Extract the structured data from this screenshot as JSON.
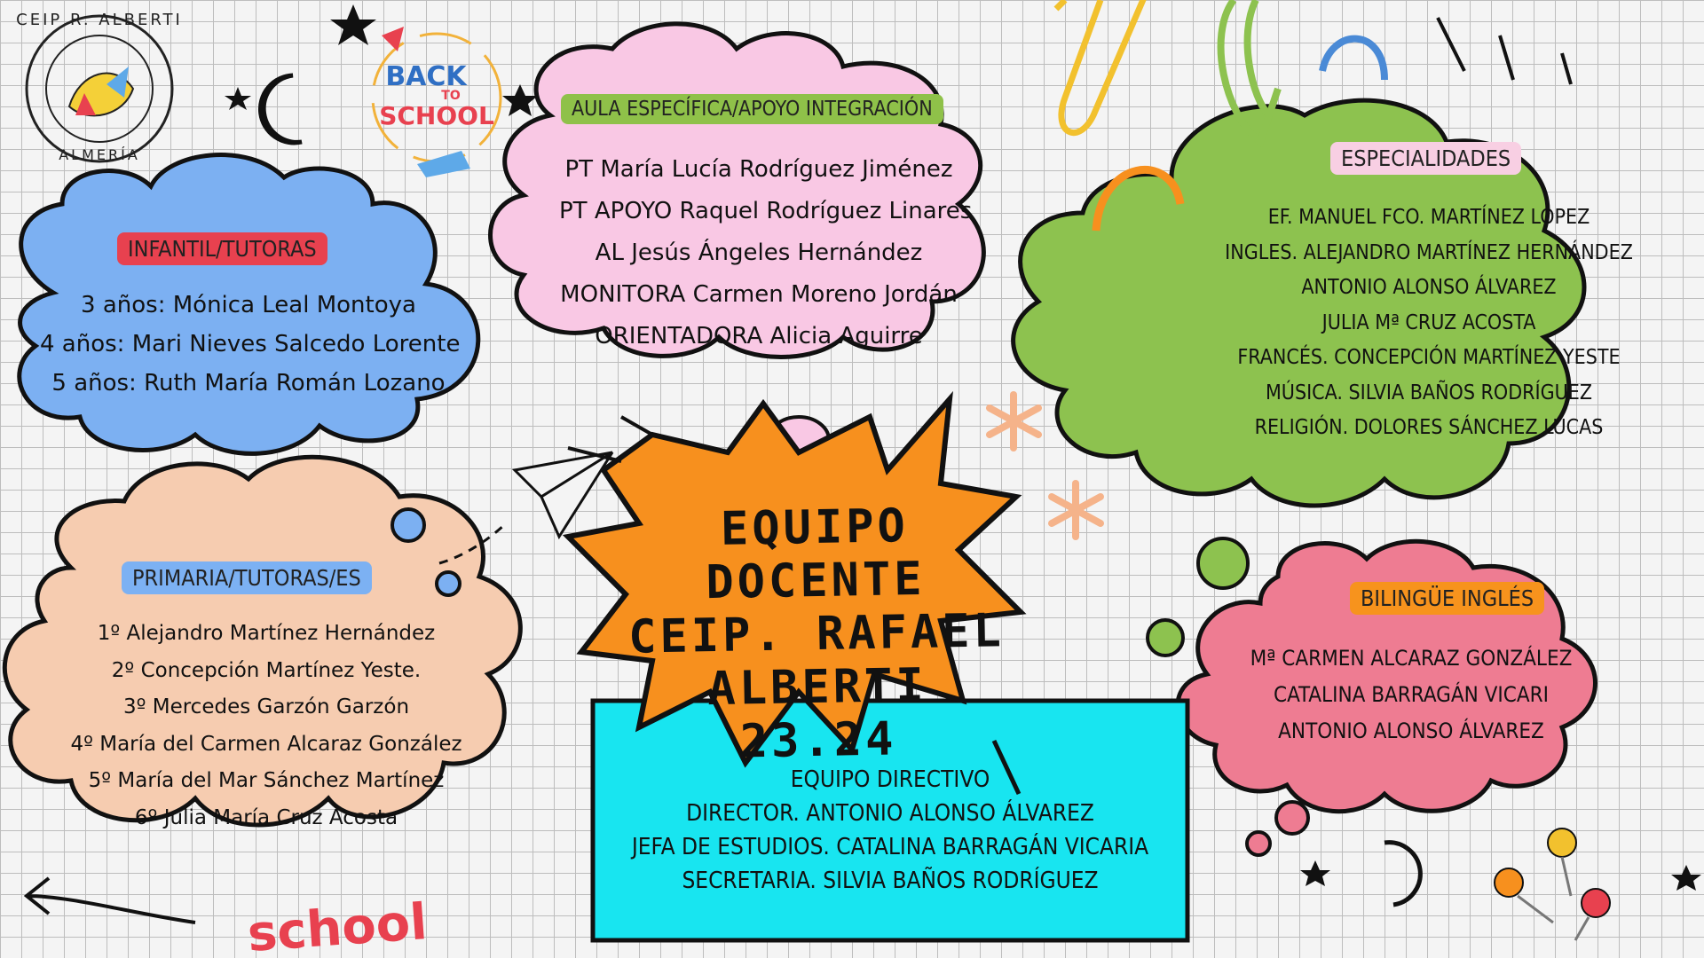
{
  "center": {
    "title_lines": [
      "EQUIPO DOCENTE",
      "CEIP. RAFAEL",
      "ALBERTI 23.24"
    ]
  },
  "infantil": {
    "label": "INFANTIL/TUTORAS",
    "lines": [
      "3 años: Mónica Leal Montoya",
      "4 años: Mari Nieves Salcedo Lorente",
      "5 años: Ruth María Román Lozano"
    ]
  },
  "aula": {
    "label": "AULA ESPECÍFICA/APOYO INTEGRACIÓN",
    "lines": [
      "PT María Lucía Rodríguez Jiménez",
      "PT APOYO Raquel Rodríguez Linares",
      "AL Jesús Ángeles Hernández",
      "MONITORA Carmen Moreno Jordán",
      "ORIENTADORA Alicia Aguirre"
    ]
  },
  "especialidades": {
    "label": "ESPECIALIDADES",
    "lines": [
      "EF. MANUEL FCO. MARTÍNEZ LÓPEZ",
      "INGLES. ALEJANDRO MARTÍNEZ HERNÁNDEZ",
      "ANTONIO ALONSO ÁLVAREZ",
      "JULIA Mª CRUZ ACOSTA",
      "FRANCÉS. CONCEPCIÓN MARTÍNEZ YESTE",
      "MÚSICA. SILVIA BAÑOS RODRÍGUEZ",
      "RELIGIÓN. DOLORES SÁNCHEZ LUCAS"
    ]
  },
  "primaria": {
    "label": "PRIMARIA/TUTORAS/ES",
    "lines": [
      "1º Alejandro Martínez Hernández",
      "2º Concepción Martínez Yeste.",
      "3º Mercedes Garzón Garzón",
      "4º María del Carmen Alcaraz González",
      "5º María del Mar Sánchez Martínez",
      "6º Julia María Cruz Acosta"
    ]
  },
  "bilingue": {
    "label": "BILINGÜE INGLÉS",
    "lines": [
      "Mª CARMEN ALCARAZ GONZÁLEZ",
      "CATALINA BARRAGÁN VICARI",
      "ANTONIO ALONSO ÁLVAREZ"
    ]
  },
  "directivo": {
    "lines": [
      "EQUIPO DIRECTIVO",
      "DIRECTOR. ANTONIO ALONSO ÁLVAREZ",
      "JEFA DE ESTUDIOS. CATALINA BARRAGÁN VICARIA",
      "SECRETARIA. SILVIA BAÑOS RODRÍGUEZ"
    ]
  },
  "logo": {
    "top": "CEIP R. ALBERTI",
    "bottom": "ALMERÍA"
  },
  "back_to_school": {
    "line1": "BACK",
    "line2": "TO",
    "line3": "SCHOOL"
  },
  "school_word": "school",
  "colors": {
    "infantil": "#7cb0f2",
    "aula": "#f9c8e4",
    "especialidades": "#8dc24f",
    "primaria": "#f6ccb0",
    "bilingue": "#ee7c92",
    "directivo": "#18e5f0",
    "burst": "#f7901e",
    "label_red": "#e8414f",
    "label_green": "#8fc149",
    "label_pink": "#f8cfe3",
    "label_blue": "#7cb1f3",
    "label_orange": "#f7931d"
  }
}
